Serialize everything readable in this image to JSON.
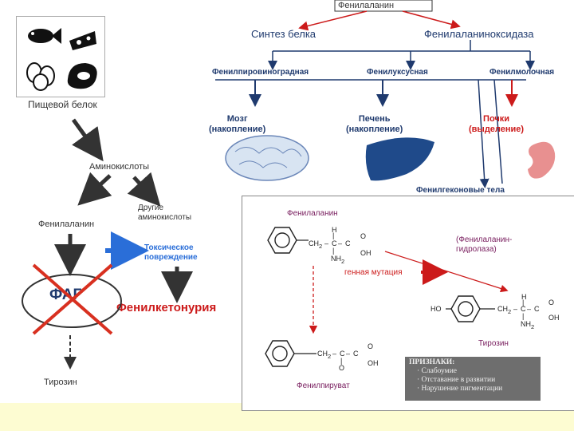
{
  "left": {
    "food_label": "Пищевой белок",
    "amino_label": "Аминокислоты",
    "phe_label": "Фенилаланин",
    "other_amino_label": "Другие\nаминокислоты",
    "toxic_label": "Токсическое\nповреждение",
    "pah_label": "ФАГ",
    "pku_label": "Фенилкетонурия",
    "tyrosine_label": "Тирозин"
  },
  "top": {
    "phe_box": "Фенилаланин",
    "protein_synthesis": "Синтез белка",
    "phe_oxidase": "Фенилаланиноксидаза",
    "pyruvic": "Фенилпировиноградная",
    "acetic": "Фенилуксусная",
    "lactic": "Фенилмолочная",
    "brain": "Мозг\n(накопление)",
    "liver": "Печень\n(накопление)",
    "kidney": "Почки\n(выделение)",
    "ketone": "Фенилгеконовые тела"
  },
  "chem": {
    "title": "Фенилаланин",
    "enzyme": "(Фенилаланин-\nгидролаза)",
    "mutation": "генная мутация",
    "tyrosine": "Тирозин",
    "phenylpyruvate": "Фенилпируват",
    "H": "H",
    "CH2": "CH",
    "sub2": "2",
    "C": "C",
    "O": "O",
    "OH": "OH",
    "NH2": "NH",
    "HO": "HO",
    "bond_dash": "–",
    "bond_vert": "|",
    "symptoms": [
      "ПРИЗНАКИ:",
      "· Слабоумие",
      "· Отставание в развитии",
      "· Нарушение пигментации"
    ]
  },
  "colors": {
    "blue": "#1f3a6e",
    "red": "#cc1a1a",
    "accent_arrow": "#2a6ed8",
    "purple": "#7a2060",
    "band": "#fdfcd2"
  }
}
